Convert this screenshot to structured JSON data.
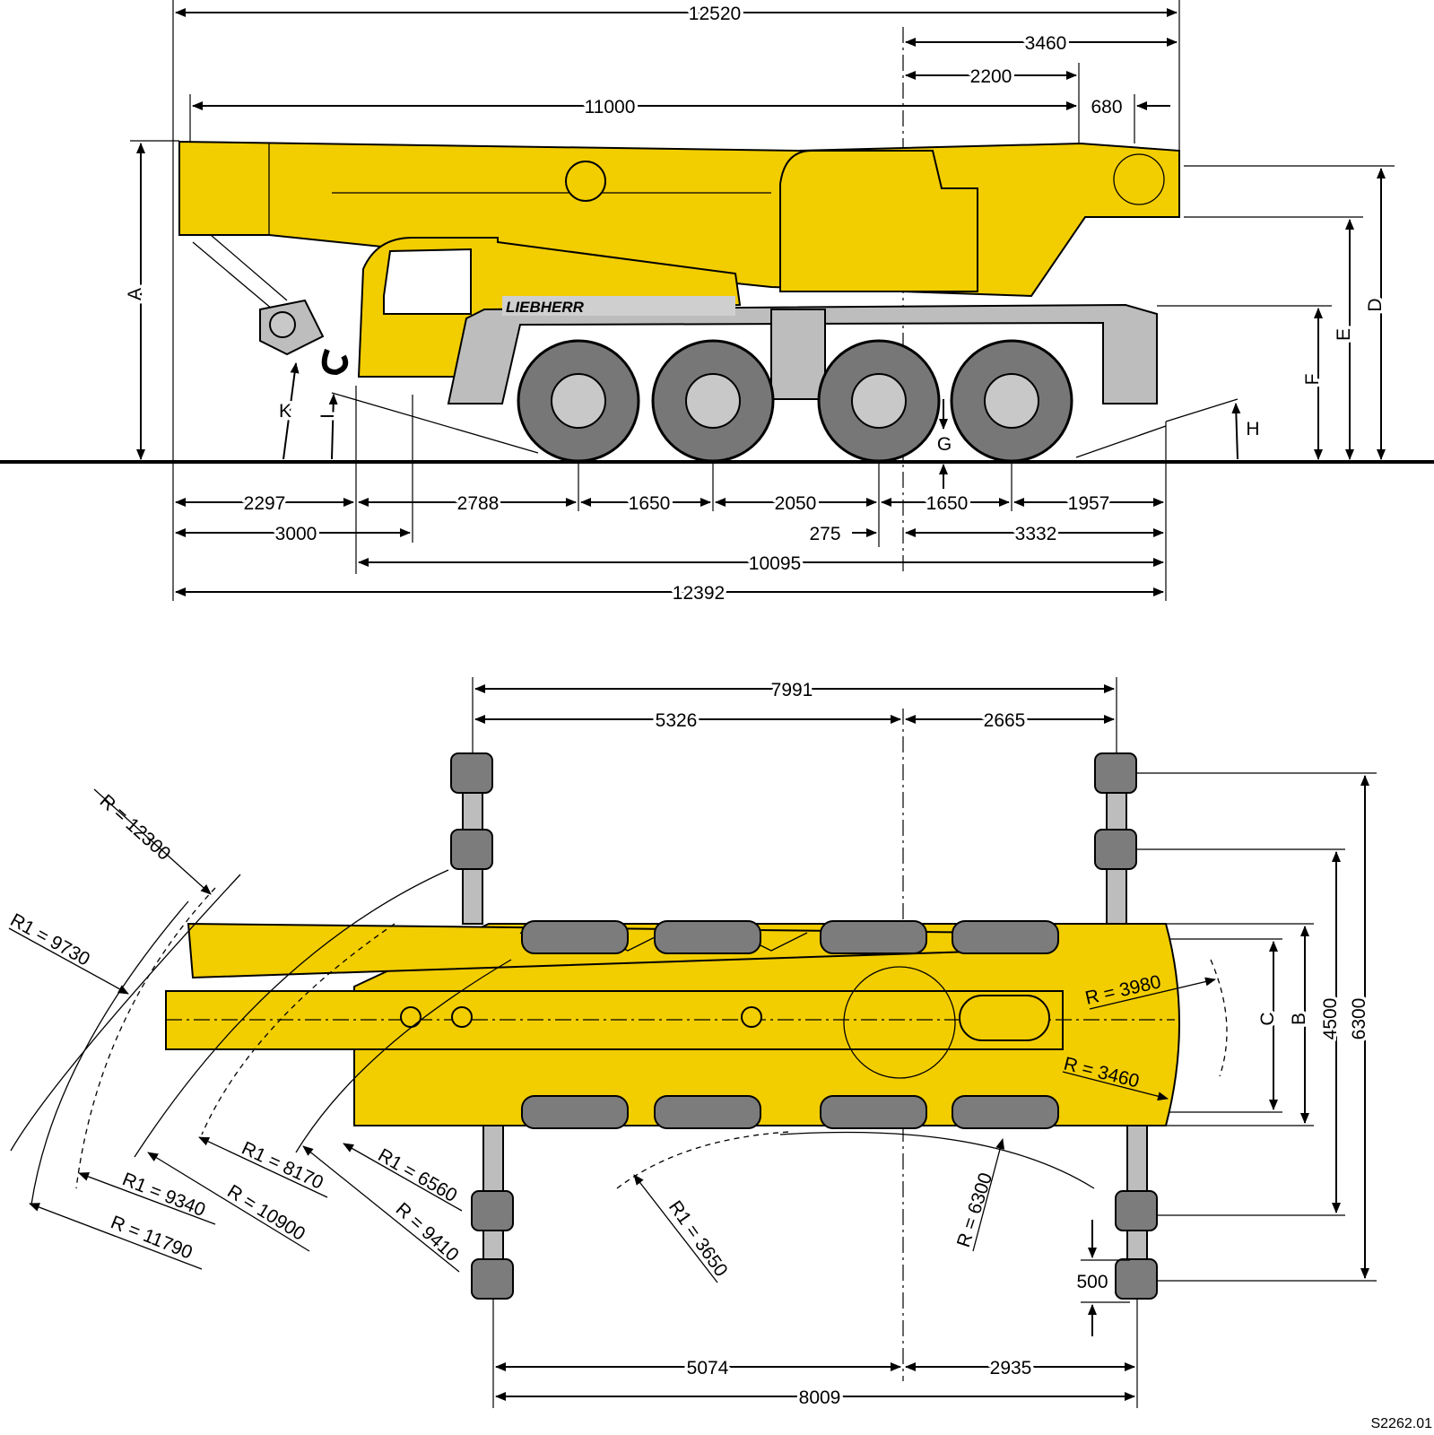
{
  "drawing_id": "S2262.01",
  "brand_logo": "LIEBHERR",
  "side_view": {
    "overall_length_boom": "12520",
    "rear_to_slew_center": "3460",
    "slew_center_to_boom_pivot": "2200",
    "boom_length": "11000",
    "rear_overhang_680": "680",
    "height_labels": {
      "A": "A",
      "D": "D",
      "E": "E",
      "F": "F",
      "G": "G",
      "H": "H",
      "K": "K",
      "I": "I"
    },
    "axle_dims": [
      "2297",
      "2788",
      "1650",
      "2050",
      "1650",
      "1957"
    ],
    "row2": {
      "front": "3000",
      "offset": "275",
      "rear": "3332"
    },
    "wheelbase_total": "10095",
    "overall_length": "12392"
  },
  "top_view": {
    "outrigger_front_total": "7991",
    "outrigger_front_left": "5326",
    "outrigger_front_right": "2665",
    "outrigger_rear_left": "5074",
    "outrigger_rear_right": "2935",
    "outrigger_rear_total": "8009",
    "width_labels": {
      "C": "C",
      "B": "B"
    },
    "support_width_1": "4500",
    "support_width_2": "6300",
    "pad_offset": "500",
    "radii": {
      "r12300": "R = 12300",
      "r1_9730": "R1 = 9730",
      "r3980": "R = 3980",
      "r3460": "R = 3460",
      "r1_8170": "R1 = 8170",
      "r1_9340": "R1 = 9340",
      "r10900": "R = 10900",
      "r11790": "R = 11790",
      "r1_6560": "R1 = 6560",
      "r9410": "R = 9410",
      "r1_3650": "R1 = 3650",
      "r6300": "R = 6300"
    }
  }
}
